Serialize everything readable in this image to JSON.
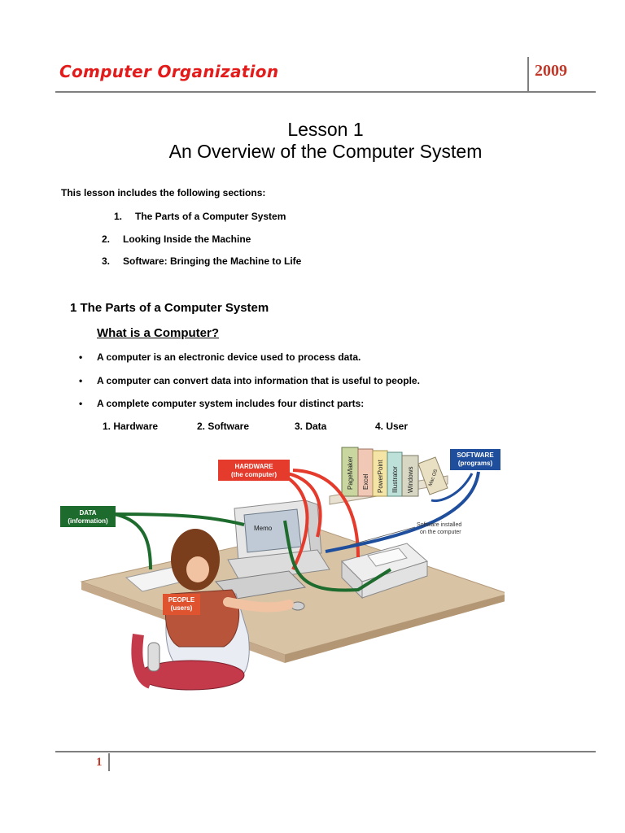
{
  "header": {
    "title": "Computer Organization",
    "year": "2009"
  },
  "lesson": {
    "title_line1": "Lesson 1",
    "title_line2": "An Overview of the Computer System"
  },
  "intro": "This lesson includes the following sections:",
  "sections": [
    {
      "num": "1.",
      "label": "The Parts of a Computer System"
    },
    {
      "num": "2.",
      "label": "Looking Inside the Machine"
    },
    {
      "num": "3.",
      "label": "Software: Bringing the Machine to Life"
    }
  ],
  "section_heading": "1  The Parts of a Computer System",
  "subheading": "What is a Computer?",
  "bullets": [
    "A computer is an electronic device used to process data.",
    "A computer can convert data into information that is useful to people.",
    "A complete computer system includes four distinct parts:"
  ],
  "bullet_symbol": "•",
  "parts": [
    "1.   Hardware",
    "2.  Software",
    "3.  Data",
    "4. User"
  ],
  "illustration": {
    "hardware_label": [
      "HARDWARE",
      "(the computer)"
    ],
    "software_label": [
      "SOFTWARE",
      "(programs)"
    ],
    "data_label": [
      "DATA",
      "(information)"
    ],
    "people_label": [
      "PEOPLE",
      "(users)"
    ],
    "software_installed": [
      "Software installed",
      "on the computer"
    ],
    "monitor_text": "Memo",
    "books": [
      "PageMaker",
      "Excel",
      "PowerPoint",
      "Illustrator",
      "Windows",
      "Mac OS"
    ],
    "colors": {
      "hardware": "#e53b2c",
      "software": "#1f4e9c",
      "data": "#1e6b2e",
      "people": "#e0532f"
    }
  },
  "footer": {
    "page_number": "1"
  }
}
